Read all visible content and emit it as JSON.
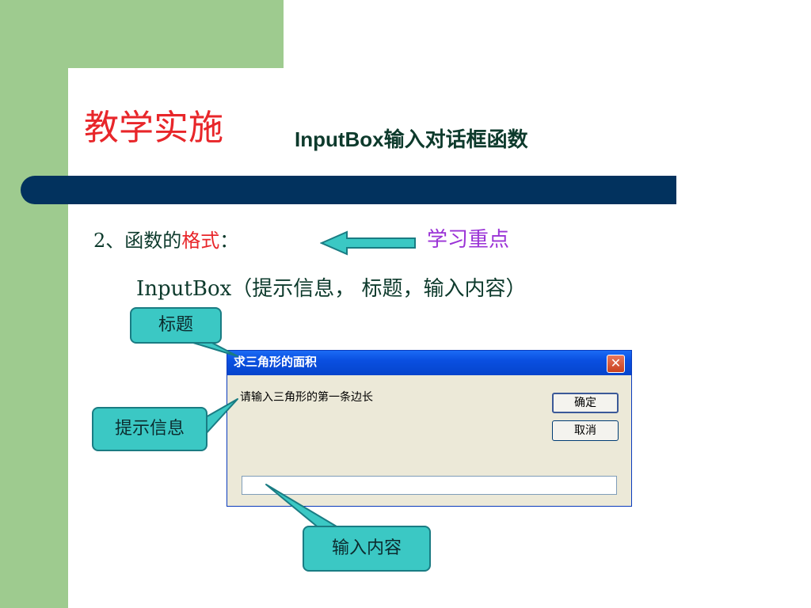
{
  "slide": {
    "title": "教学实施",
    "subtitle": "InputBox输入对话框函数",
    "format_prefix": "2、函数的",
    "format_highlight": "格式",
    "format_suffix": "：",
    "focus_label": "学习重点",
    "syntax": "InputBox（提示信息， 标题，输入内容）"
  },
  "callouts": {
    "title": "标题",
    "prompt": "提示信息",
    "input": "输入内容"
  },
  "dialog": {
    "title": "求三角形的面积",
    "prompt": "请输入三角形的第一条边长",
    "ok_label": "确定",
    "cancel_label": "取消",
    "input_value": ""
  },
  "colors": {
    "green": "#9ecb8f",
    "navy_bar": "#02325e",
    "title_red": "#e8262a",
    "focus_purple": "#9a32d6",
    "callout_teal": "#3bc8c4"
  }
}
